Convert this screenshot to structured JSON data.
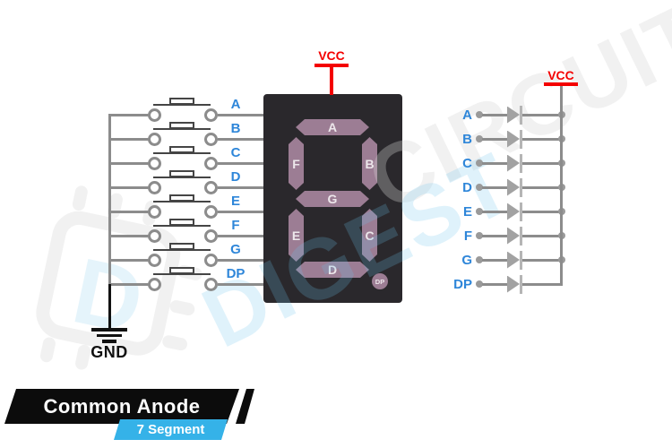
{
  "banner": {
    "main": "Common Anode",
    "sub": "7 Segment"
  },
  "pins": [
    "A",
    "B",
    "C",
    "D",
    "E",
    "F",
    "G",
    "DP"
  ],
  "display": {
    "segment_labels": [
      "A",
      "F",
      "B",
      "G",
      "E",
      "C",
      "D"
    ],
    "dp_label": "DP",
    "vcc_label": "VCC"
  },
  "rail": {
    "vcc_label": "VCC"
  },
  "ground": {
    "label": "GND"
  },
  "watermark": {
    "word1": "CIRCUIT",
    "word2": "DIGEST",
    "logo_letter": "D"
  },
  "colors": {
    "pin_label_blue": "#2E86D9",
    "power_red": "#F40000",
    "wire_gray": "#8C8C8C",
    "switch_dark": "#454545",
    "display_bg": "#2A282C",
    "segment_mauve": "#9C7D94",
    "segment_text": "#EDE7EB",
    "banner_black": "#0C0C0C",
    "banner_blue": "#35B2E8",
    "ground_black": "#111111",
    "diode_gray": "#A2A2A2",
    "diode_bar_gray": "#B5B5B5",
    "junction_gray": "#9A9A9A"
  }
}
